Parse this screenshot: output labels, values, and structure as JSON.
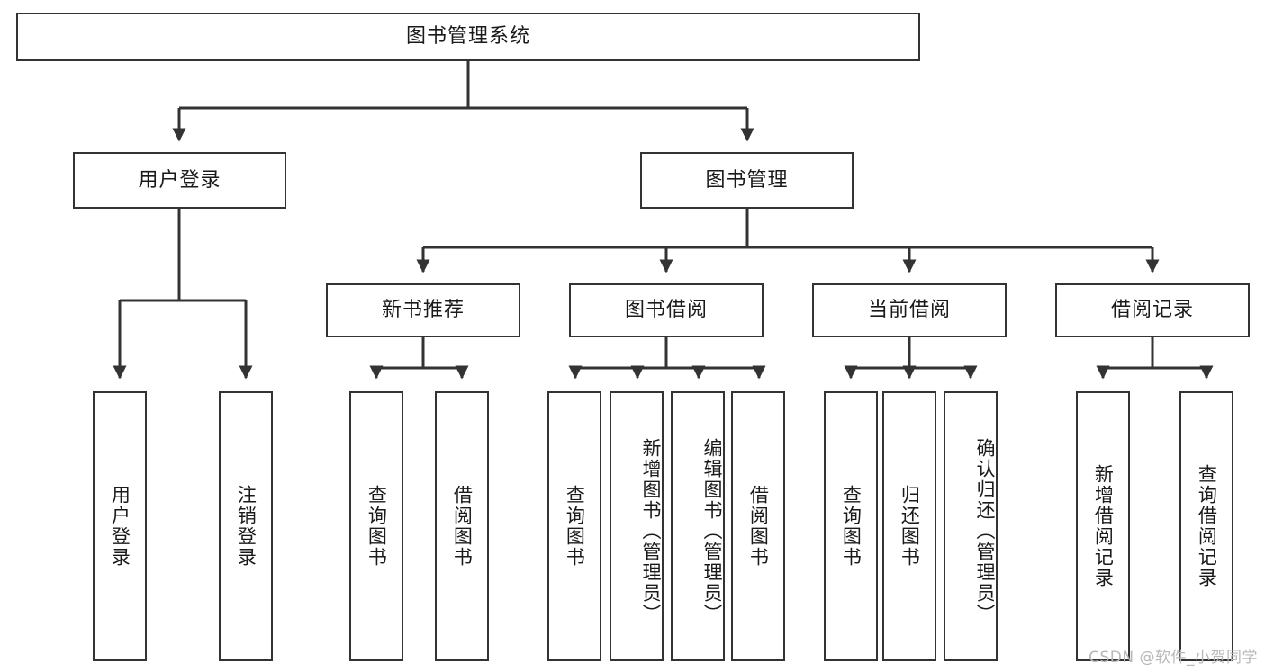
{
  "diagram": {
    "type": "tree",
    "title": "图书管理系统",
    "watermark": "CSDN @软件_小贺同学",
    "colors": {
      "border": "#333333",
      "background": "#ffffff",
      "text": "#1a1a1a",
      "connector": "#333333",
      "watermark": "#b8b8b8"
    },
    "levels": {
      "root": {
        "label": "图书管理系统"
      },
      "level2": [
        {
          "label": "用户登录"
        },
        {
          "label": "图书管理"
        }
      ],
      "level3": [
        {
          "label": "新书推荐"
        },
        {
          "label": "图书借阅"
        },
        {
          "label": "当前借阅"
        },
        {
          "label": "借阅记录"
        }
      ],
      "leaves": {
        "user_login": [
          {
            "label": "用户登录"
          },
          {
            "label": "注销登录"
          }
        ],
        "new_book_recommend": [
          {
            "label": "查询图书"
          },
          {
            "label": "借阅图书"
          }
        ],
        "book_borrow": [
          {
            "label": "查询图书"
          },
          {
            "label": "新增图书（管理员）"
          },
          {
            "label": "编辑图书（管理员）"
          },
          {
            "label": "借阅图书"
          }
        ],
        "current_borrow": [
          {
            "label": "查询图书"
          },
          {
            "label": "归还图书"
          },
          {
            "label": "确认归还（管理员）"
          }
        ],
        "borrow_record": [
          {
            "label": "新增借阅记录"
          },
          {
            "label": "查询借阅记录"
          }
        ]
      }
    }
  }
}
